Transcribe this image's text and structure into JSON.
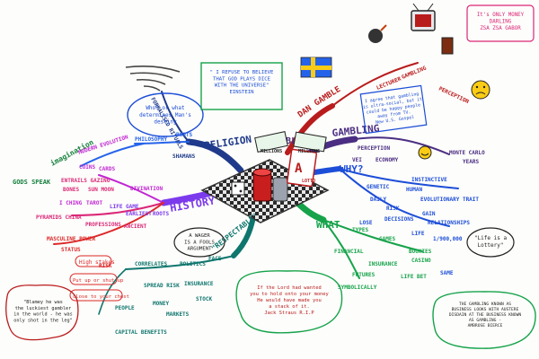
{
  "center": {
    "label": "GAMBLING"
  },
  "main_branches": {
    "religion": "RELIGION",
    "dan": "DAN",
    "gamble": "GAMBLE",
    "gambling": "GAMBLING",
    "why": "WHY?",
    "what": "WHAT",
    "history": "HISTORY",
    "respectable": "\"RESPECTABLE\""
  },
  "sub_branches": {
    "formalised_rituals": "FORMALISED RITUALS",
    "philosophy": "PHILOSOPHY",
    "roots": "ROOTS",
    "shamans": "SHAMANS",
    "imagination": "imagination",
    "gods_speak": "GODS SPEAK",
    "divination": "DIVINATION",
    "modern_evolution": "MODERN EVOLUTION",
    "coins": "COINS",
    "cards": "CARDS",
    "entrails_gazing": "ENTRAILS GAZING",
    "bones": "BONES",
    "sun_moon": "SUN MOON",
    "i_ching": "I CHING",
    "tarot": "TAROT",
    "life_game": "LIFE GAME",
    "earliest": "EARLIEST",
    "roots2": "ROOTS",
    "pyramids_china": "PYRAMIDS CHINA",
    "professions": "PROFESSIONS",
    "ancient": "ANCIENT",
    "masculine_power": "MASCULINE POWER",
    "status": "STATUS",
    "high_stakes": "High stakes",
    "put_up_or_shut_up": "Put up or shut up",
    "close_to_your_chest": "close to your chest",
    "risk": "RISK",
    "correlates": "CORRELATES",
    "politics": "POLITICS",
    "face": "FACE",
    "spread_risk": "SPREAD RISK",
    "insurance": "INSURANCE",
    "people": "PEOPLE",
    "money": "MONEY",
    "markets": "MARKETS",
    "stock": "STOCK",
    "capital_benefits": "CAPITAL BENEFITS",
    "lecturer": "LECTURER",
    "gambling_word": "GAMBLING",
    "perception": "PERCEPTION",
    "vei": "VEI",
    "economy": "ECONOMY",
    "monte_carlo": "MONTE CARLO",
    "years": "YEARS",
    "genetic": "GENETIC",
    "instinctive": "INSTINCTIVE",
    "human": "HUMAN",
    "evolutionary_trait": "EVOLUTIONARY TRAIT",
    "daily": "DAILY",
    "risk2": "RISK",
    "gain": "GAIN",
    "decisions": "DECISIONS",
    "lose": "LOSE",
    "relationships": "RELATIONSHIPS",
    "life": "LIFE",
    "odds": "1/900,000",
    "types": "TYPES",
    "games": "GAMES",
    "bookies": "BOOKIES",
    "casino": "CASINO",
    "insurance2": "INSURANCE",
    "life_bet": "LIFE BET",
    "financial": "FINANCIAL",
    "futures": "FUTURES",
    "symbolically": "SYMBOLICALLY",
    "same": "SAME",
    "millions_a": "MILLIONS",
    "millions_b": "MILLIONS",
    "lotto": "LOTTO"
  },
  "notes": {
    "who_determines": [
      "Who? or what",
      "determines Man's",
      "destiny"
    ],
    "einstein": [
      "\" I REFUSE TO BELIEVE",
      "THAT GOD PLAYS DICE",
      "WITH THE UNIVERSE\"",
      "EINSTEIN"
    ],
    "money_darling": [
      "It's ONLY MONEY",
      "DARLING",
      "ZSA ZSA GABOR"
    ],
    "agree": [
      "I agree that gambling",
      "is ultra-social, but it",
      "could be happy people",
      "away from TV.",
      "New U.S. Gospel"
    ],
    "fools_argument": [
      "A WAGER",
      "IS A FOOLS",
      "ARGUMENT"
    ],
    "life_lottery": [
      "\"Life is a",
      "Lottery\""
    ],
    "blamey": [
      "\"Blamey he was",
      "the luckiest gambler",
      "in the world - he was",
      "only shot in the leg\""
    ],
    "jack_straus": [
      "If the Lord had wanted",
      "you to hold onto your money",
      "He would have made you",
      "a stack of it.",
      "Jack Straus R.I.P"
    ],
    "bierce": [
      "THE GAMBLING KNOWN AS",
      "BUSINESS LOOKS WITH AUSTERE",
      "DISDAIN AT THE BUSINESS KNOWN",
      "AS GAMBLING -",
      "AMBROSE BIERCE"
    ]
  },
  "colors": {
    "religion": "#1f3a8a",
    "philosophy": "#2563eb",
    "history": "#7c3aed",
    "divination": "#c026d3",
    "ancient": "#db2777",
    "risk": "#dc2626",
    "respectable": "#0f766e",
    "dan": "#b91c1c",
    "gambling": "#4b2e83",
    "why": "#1d4ed8",
    "what": "#16a34a",
    "imagination": "#15803d"
  },
  "icons": [
    "tornado-icon",
    "bomb-icon",
    "tv-icon",
    "book-icon",
    "sad-face-icon",
    "happy-face-icon",
    "sweden-flag-icon",
    "dollar-note-icon",
    "playing-card-icon",
    "chip-stack-icon",
    "dice-icon",
    "roulette-board-icon"
  ]
}
